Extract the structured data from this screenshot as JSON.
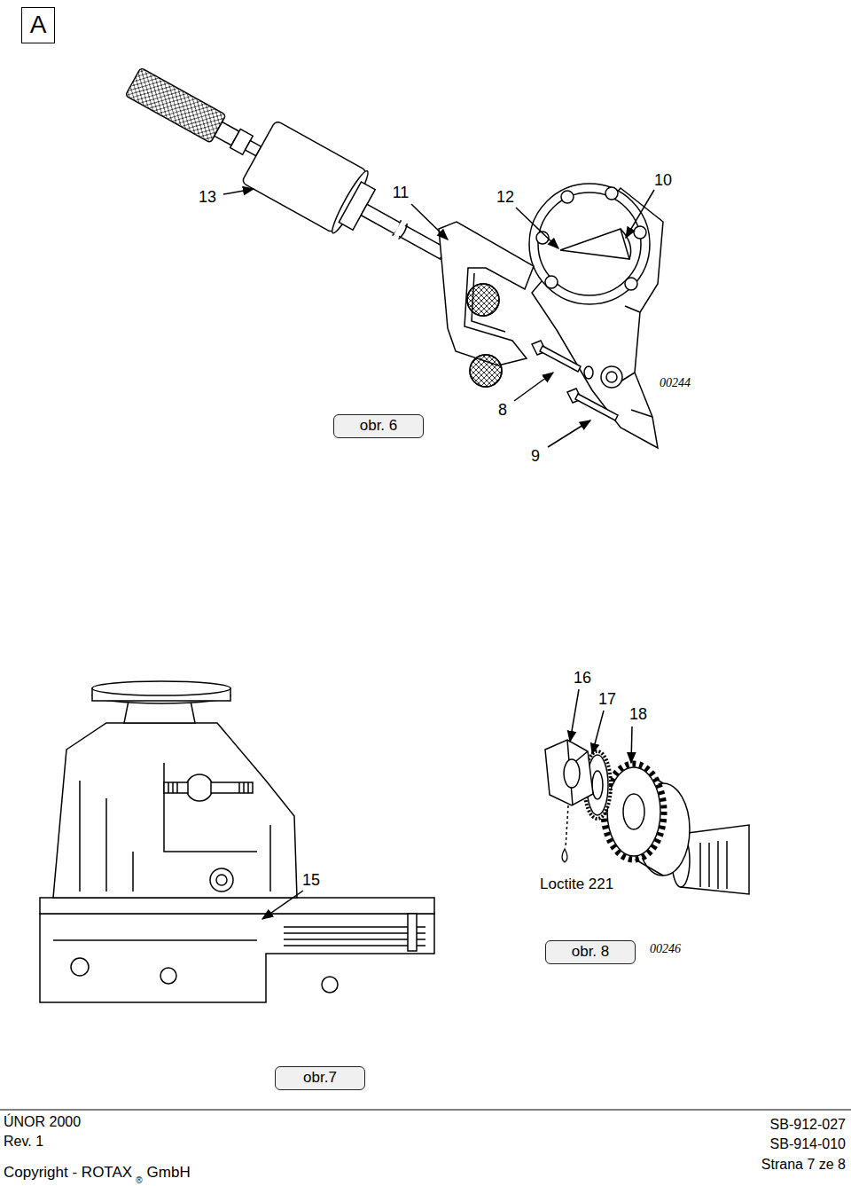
{
  "diagram": {
    "nodes": [
      {
        "text": [
          "A"
        ]
      },
      {
        "text": [
          "obr. 6"
        ]
      },
      {
        "text": [
          "obr. 8"
        ]
      },
      {
        "text": [
          "obr.7"
        ]
      }
    ],
    "labels": [
      "13",
      "11",
      "12",
      "10",
      "00244",
      "8",
      "9",
      "16",
      "17",
      "18",
      "15",
      "Loctite 221",
      "00246",
      "ÚNOR 2000",
      "Rev. 1",
      "Copyright - ROTAX",
      "®",
      "GmbH",
      "SB-912-027",
      "SB-914-010",
      "Strana 7 ze 8"
    ]
  }
}
